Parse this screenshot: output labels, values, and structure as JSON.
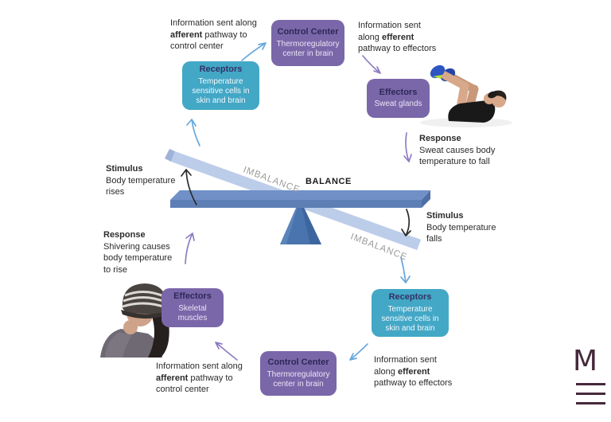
{
  "diagram": {
    "balance_label": "BALANCE",
    "imbalance_label_top": "IMBALANCE",
    "imbalance_label_bottom": "IMBALANCE"
  },
  "boxes": {
    "receptors_top": {
      "title": "Receptors",
      "body": "Temperature sensitive cells in skin and brain"
    },
    "control_top": {
      "title": "Control Center",
      "body": "Thermoregulatory center in brain"
    },
    "effectors_top": {
      "title": "Effectors",
      "body": "Sweat glands"
    },
    "receptors_bottom": {
      "title": "Receptors",
      "body": "Temperature sensitive cells in skin and brain"
    },
    "control_bottom": {
      "title": "Control Center",
      "body": "Thermoregulatory center in brain"
    },
    "effectors_bottom": {
      "title": "Effectors",
      "body": "Skeletal muscles"
    }
  },
  "notes": {
    "afferent_top": {
      "pre": "Information sent along ",
      "bold": "afferent",
      "post": " pathway to control center"
    },
    "efferent_top": {
      "pre": "Information sent along ",
      "bold": "efferent",
      "post": " pathway to effectors"
    },
    "afferent_bottom": {
      "pre": "Information sent along ",
      "bold": "afferent",
      "post": " pathway to control center"
    },
    "efferent_bottom": {
      "pre": "Information sent along ",
      "bold": "efferent",
      "post": " pathway to effectors"
    }
  },
  "labels": {
    "stimulus_left": {
      "title": "Stimulus",
      "body": "Body temperature rises"
    },
    "response_left": {
      "title": "Response",
      "body": "Shivering causes body temperature to rise"
    },
    "response_right": {
      "title": "Response",
      "body": "Sweat causes body temperature to fall"
    },
    "stimulus_right": {
      "title": "Stimulus",
      "body": "Body temperature falls"
    }
  },
  "logo": {
    "letter": "M"
  },
  "icons": {
    "arrows": [
      {
        "name": "arrow-stimulus-left-up",
        "color": "#2b2b2b"
      },
      {
        "name": "arrow-stimulus-right-down",
        "color": "#2b2b2b"
      },
      {
        "name": "arrow-plank-to-receptors-top",
        "color": "#68a8dc"
      },
      {
        "name": "arrow-plank-to-receptors-bottom",
        "color": "#68a8dc"
      },
      {
        "name": "arrow-afferent-to-control-top",
        "color": "#68a8dc"
      },
      {
        "name": "arrow-receptors-to-control-bottom",
        "color": "#68a8dc"
      },
      {
        "name": "arrow-control-to-effectors-top",
        "color": "#8e7cc3"
      },
      {
        "name": "arrow-response-right-down",
        "color": "#8e7cc3"
      },
      {
        "name": "arrow-response-left-up",
        "color": "#8e7cc3"
      },
      {
        "name": "arrow-control-to-effectors-bottom",
        "color": "#8e7cc3"
      }
    ]
  },
  "colors": {
    "purple_box": "#7a67a9",
    "teal_box": "#43a7c6",
    "box_title_text": "#2e2858",
    "box_body_text": "#e9e4f6",
    "arrow_blue": "#68a8dc",
    "arrow_purple": "#8e7cc3",
    "arrow_black": "#2b2b2b",
    "plank_light": "#bccde9",
    "plank_dark_top": "#7090c7",
    "plank_dark_front": "#5e7fb5",
    "fulcrum": "#4a74ad",
    "imbalance_text": "#9b9b9b",
    "balance_text": "#1a1a1a",
    "logo": "#46293b"
  }
}
